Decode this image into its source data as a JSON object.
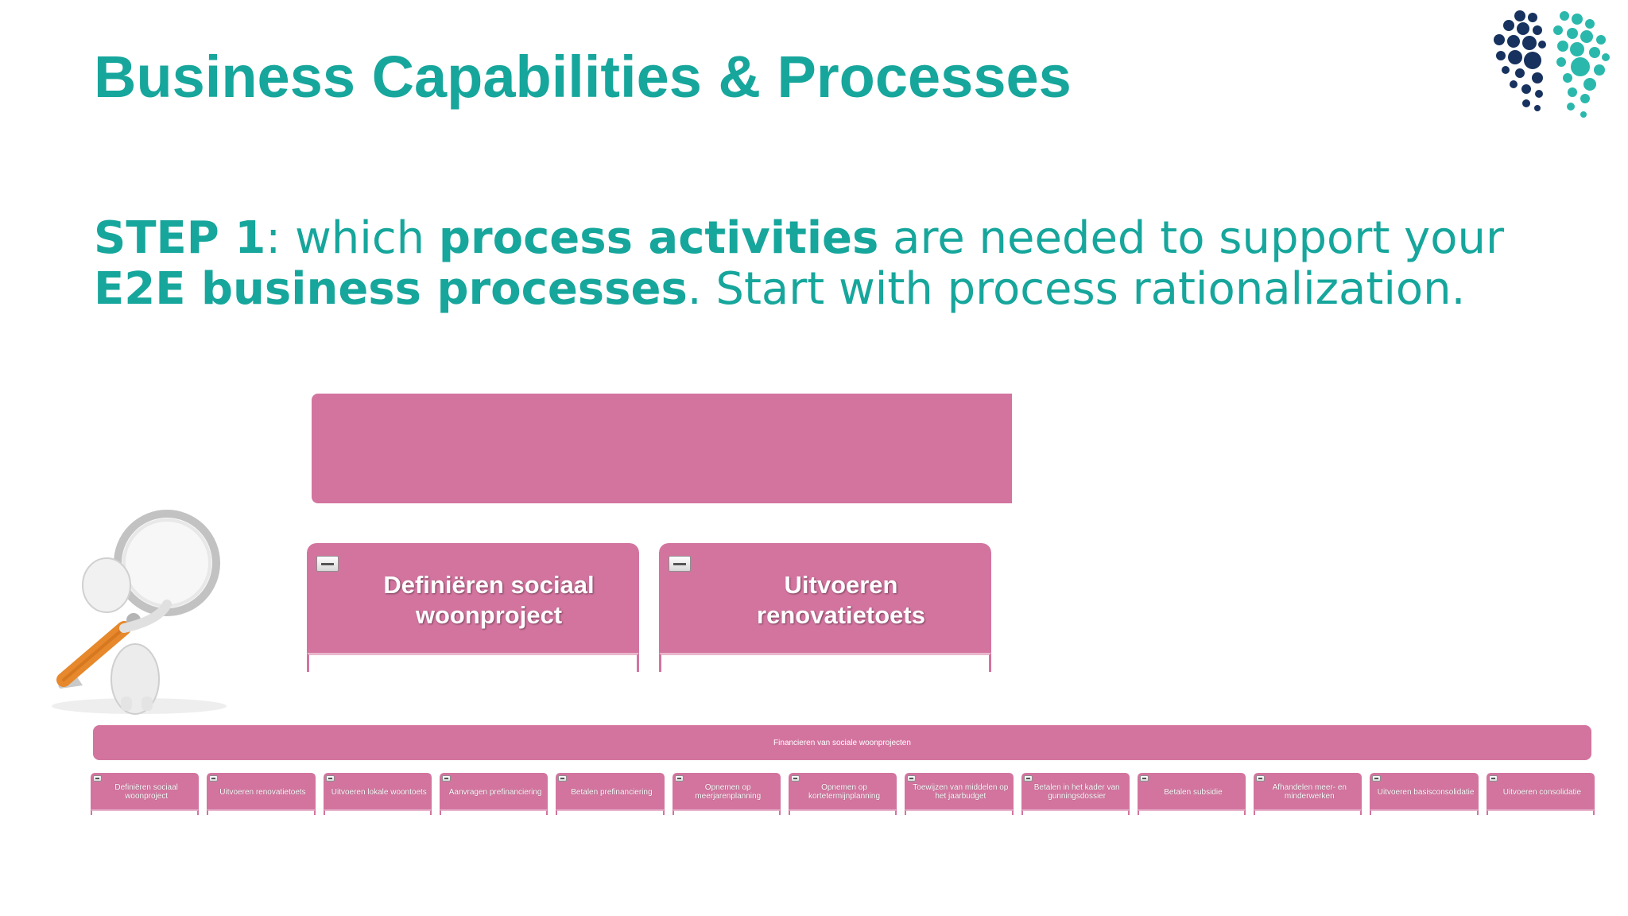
{
  "slide": {
    "title": "Business Capabilities & Processes",
    "step_label": "STEP 1",
    "step_text_1": ": which ",
    "step_bold_1": "process activities",
    "step_text_2": " are needed to support your",
    "step_bold_2": "E2E business processes",
    "step_text_3": ". Start with process rationalization."
  },
  "zoom_cards": [
    {
      "label": "Definiëren sociaal woonproject"
    },
    {
      "label": "Uitvoeren renovatietoets"
    }
  ],
  "parent_process": {
    "label": "Financieren van sociale woonprojecten"
  },
  "activities": [
    {
      "label": "Definiëren sociaal woonproject"
    },
    {
      "label": "Uitvoeren renovatietoets"
    },
    {
      "label": "Uitvoeren lokale woontoets"
    },
    {
      "label": "Aanvragen prefinanciering"
    },
    {
      "label": "Betalen prefinanciering"
    },
    {
      "label": "Opnemen op meerjarenplanning"
    },
    {
      "label": "Opnemen op kortetermijnplanning"
    },
    {
      "label": "Toewijzen van middelen op het jaarbudget"
    },
    {
      "label": "Betalen in het kader van gunningsdossier"
    },
    {
      "label": "Betalen subsidie"
    },
    {
      "label": "Afhandelen meer- en minderwerken"
    },
    {
      "label": "Uitvoeren basisconsolidatie"
    },
    {
      "label": "Uitvoeren consolidatie"
    }
  ],
  "colors": {
    "accent": "#16a69c",
    "card_pink": "#d3749f",
    "logo_navy": "#17325e",
    "logo_teal": "#2bb8ac"
  },
  "icons": [
    "logo-icon",
    "magnifier-figure-icon",
    "collapse-icon"
  ]
}
